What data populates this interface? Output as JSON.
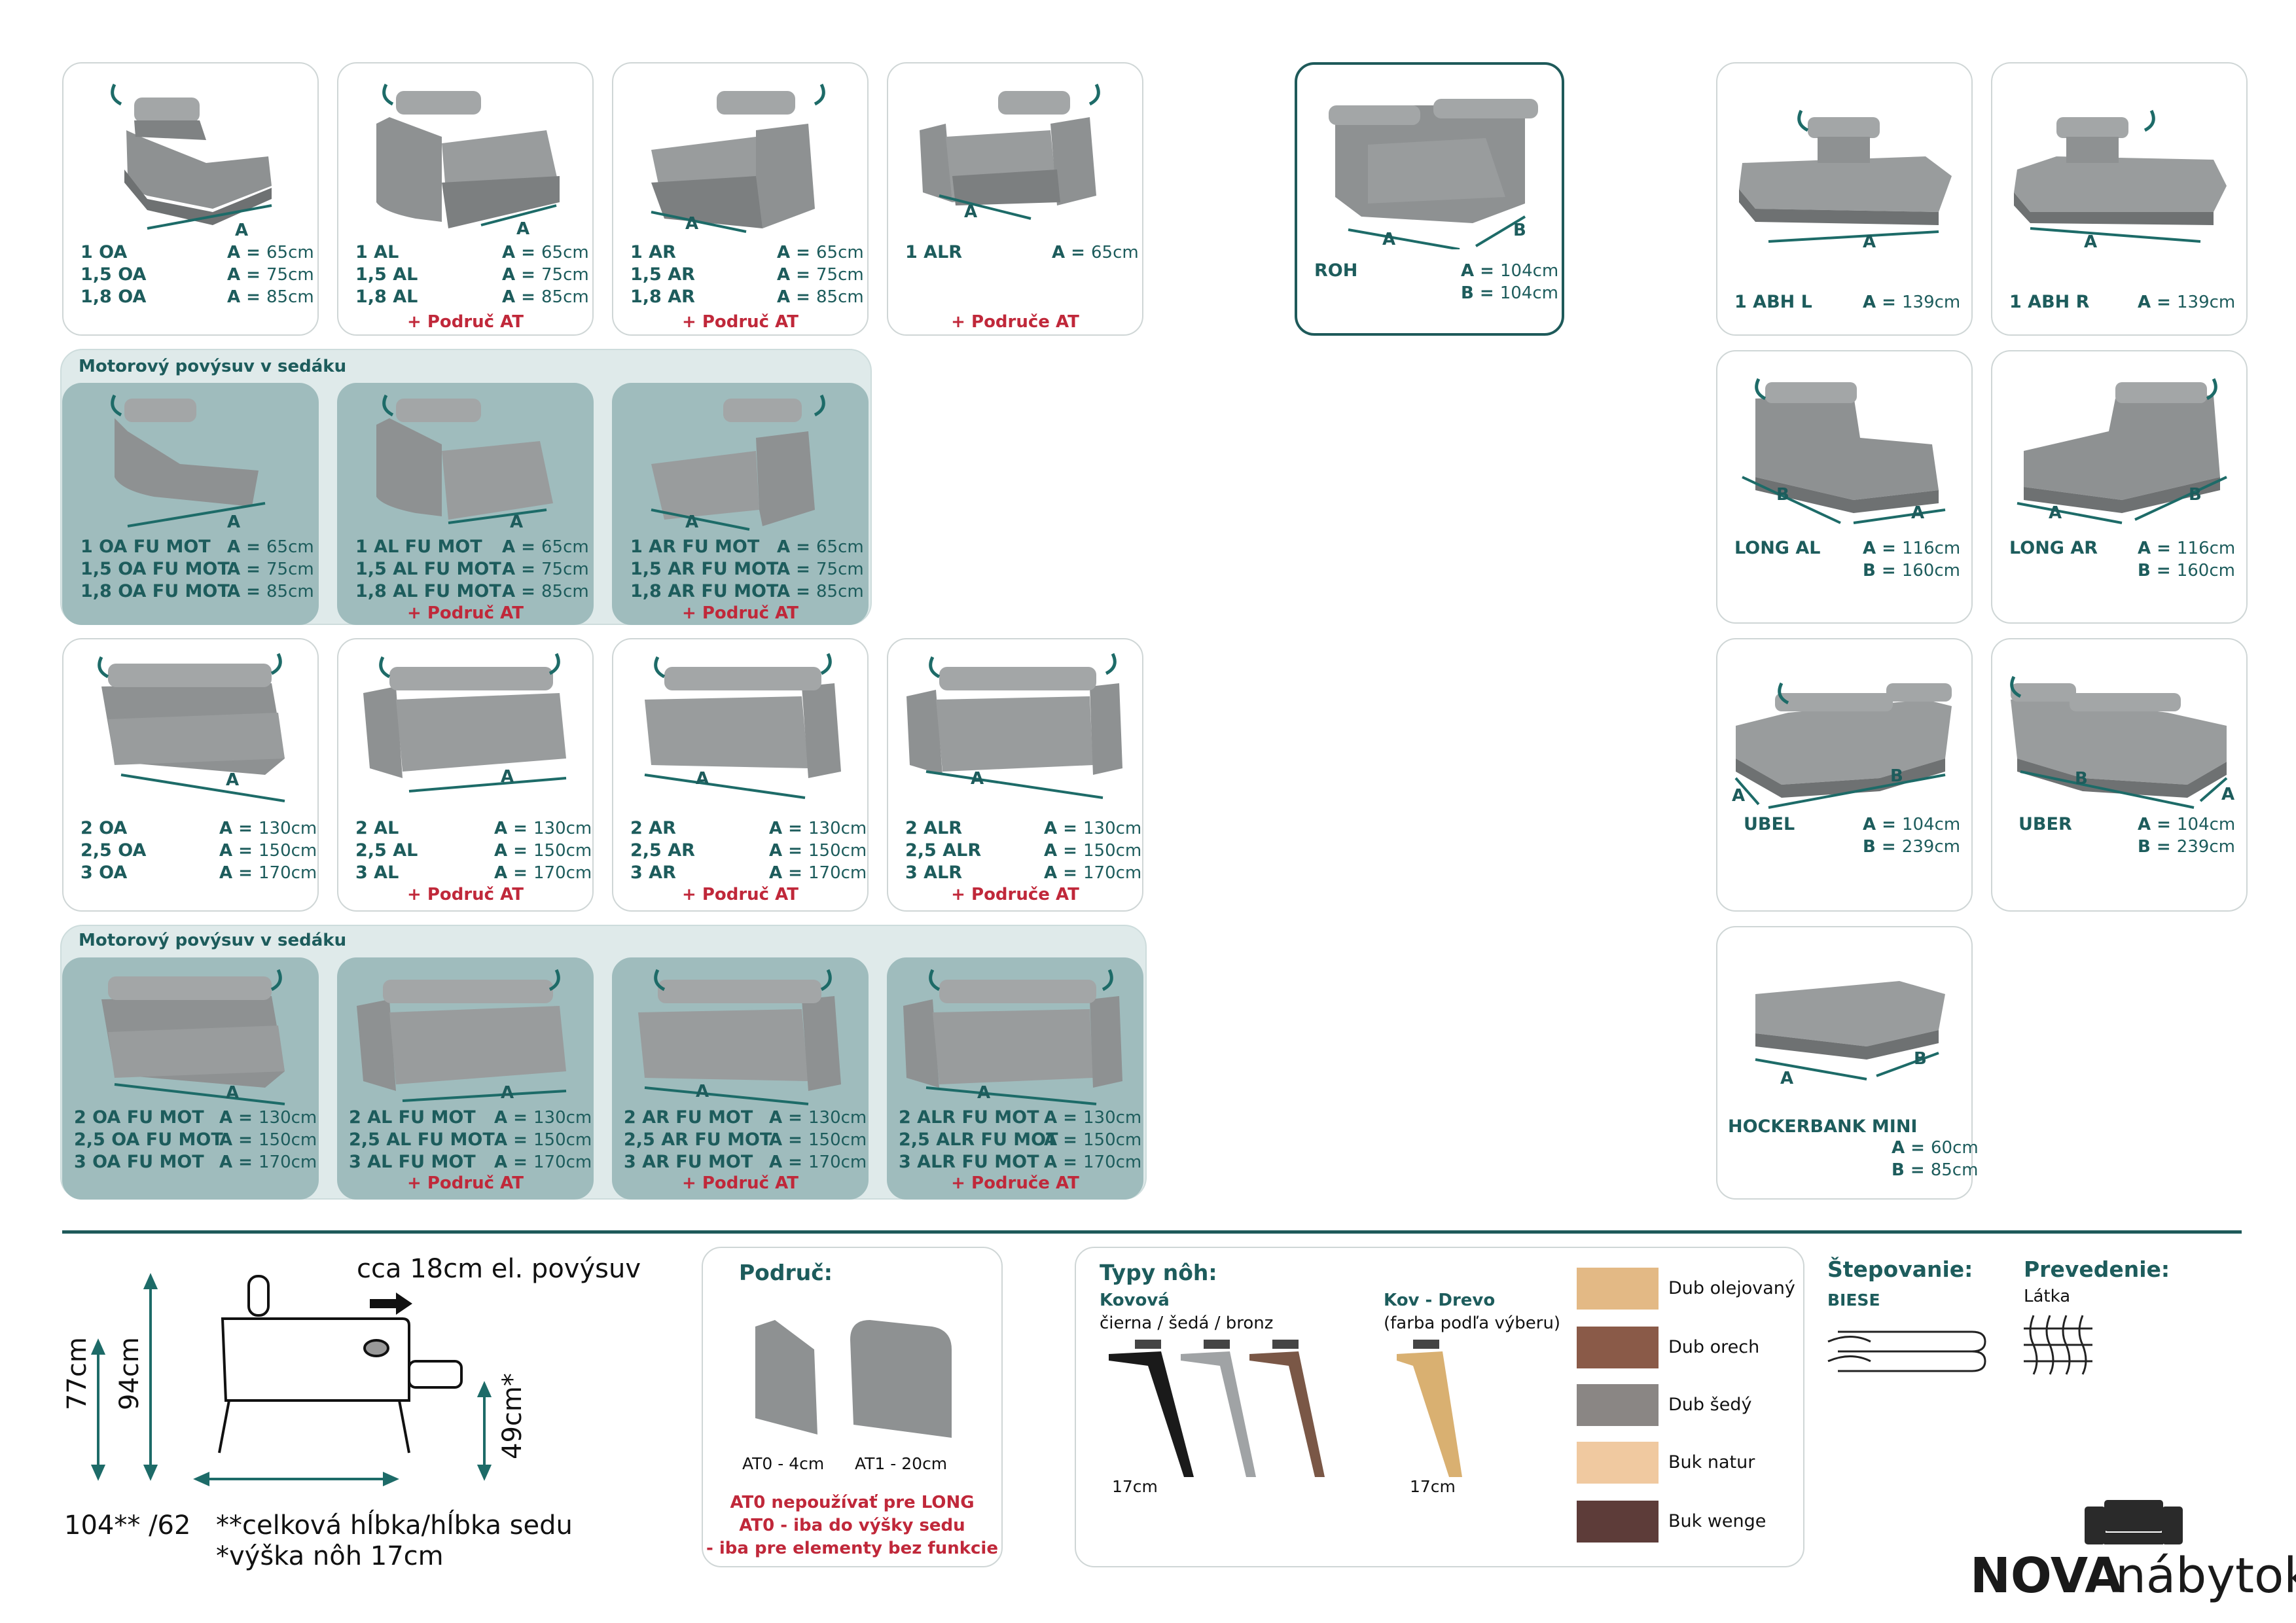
{
  "colors": {
    "teal": "#1d5c5c",
    "red": "#c0283a",
    "motor_bg": "#9fbcbd",
    "band_bg": "#dfeaea",
    "sofa": "#8e9192"
  },
  "bands": {
    "motor_label": "Motorový povýsuv v sedáku"
  },
  "row1": [
    {
      "names": [
        "1 OA",
        "1,5 OA",
        "1,8 OA"
      ],
      "vals": [
        "65cm",
        "75cm",
        "85cm"
      ],
      "extra": ""
    },
    {
      "names": [
        "1 AL",
        "1,5 AL",
        "1,8 AL"
      ],
      "vals": [
        "65cm",
        "75cm",
        "85cm"
      ],
      "extra": "+ Područ AT"
    },
    {
      "names": [
        "1 AR",
        "1,5 AR",
        "1,8 AR"
      ],
      "vals": [
        "65cm",
        "75cm",
        "85cm"
      ],
      "extra": "+ Područ AT"
    },
    {
      "names": [
        "1 ALR"
      ],
      "vals": [
        "65cm"
      ],
      "extra": "+ Područe AT"
    }
  ],
  "row2": [
    {
      "names": [
        "1 OA FU MOT",
        "1,5 OA FU MOT",
        "1,8 OA FU MOT"
      ],
      "vals": [
        "65cm",
        "75cm",
        "85cm"
      ],
      "extra": ""
    },
    {
      "names": [
        "1 AL FU MOT",
        "1,5 AL FU MOT",
        "1,8 AL FU MOT"
      ],
      "vals": [
        "65cm",
        "75cm",
        "85cm"
      ],
      "extra": "+ Područ AT"
    },
    {
      "names": [
        "1 AR FU MOT",
        "1,5 AR FU MOT",
        "1,8 AR FU MOT"
      ],
      "vals": [
        "65cm",
        "75cm",
        "85cm"
      ],
      "extra": "+ Područ AT"
    }
  ],
  "row3": [
    {
      "names": [
        "2 OA",
        "2,5 OA",
        "3 OA"
      ],
      "vals": [
        "130cm",
        "150cm",
        "170cm"
      ],
      "extra": ""
    },
    {
      "names": [
        "2 AL",
        "2,5 AL",
        "3 AL"
      ],
      "vals": [
        "130cm",
        "150cm",
        "170cm"
      ],
      "extra": "+ Područ AT"
    },
    {
      "names": [
        "2 AR",
        "2,5 AR",
        "3 AR"
      ],
      "vals": [
        "130cm",
        "150cm",
        "170cm"
      ],
      "extra": "+ Područ AT"
    },
    {
      "names": [
        "2 ALR",
        "2,5 ALR",
        "3 ALR"
      ],
      "vals": [
        "130cm",
        "150cm",
        "170cm"
      ],
      "extra": "+ Područe AT"
    }
  ],
  "row4": [
    {
      "names": [
        "2 OA FU MOT",
        "2,5 OA FU MOT",
        "3 OA FU MOT"
      ],
      "vals": [
        "130cm",
        "150cm",
        "170cm"
      ],
      "extra": ""
    },
    {
      "names": [
        "2 AL FU MOT",
        "2,5 AL FU MOT",
        "3 AL FU MOT"
      ],
      "vals": [
        "130cm",
        "150cm",
        "170cm"
      ],
      "extra": "+ Područ AT"
    },
    {
      "names": [
        "2 AR FU MOT",
        "2,5 AR FU MOT",
        "3 AR FU MOT"
      ],
      "vals": [
        "130cm",
        "150cm",
        "170cm"
      ],
      "extra": "+ Područ AT"
    },
    {
      "names": [
        "2 ALR FU MOT",
        "2,5 ALR FU MOT",
        "3 ALR FU MOT"
      ],
      "vals": [
        "130cm",
        "150cm",
        "170cm"
      ],
      "extra": "+ Područe AT"
    }
  ],
  "roh": {
    "name": "ROH",
    "a": "104cm",
    "b": "104cm"
  },
  "right": {
    "abh_l": {
      "name": "1 ABH L",
      "a": "139cm"
    },
    "abh_r": {
      "name": "1 ABH R",
      "a": "139cm"
    },
    "long_al": {
      "name": "LONG AL",
      "a": "116cm",
      "b": "160cm"
    },
    "long_ar": {
      "name": "LONG AR",
      "a": "116cm",
      "b": "160cm"
    },
    "ubel": {
      "name": "UBEL",
      "a": "104cm",
      "b": "239cm"
    },
    "uber": {
      "name": "UBER",
      "a": "104cm",
      "b": "239cm"
    },
    "hocker": {
      "name": "HOCKERBANK MINI",
      "a": "60cm",
      "b": "85cm"
    }
  },
  "labels": {
    "a_prefix": "A = ",
    "b_prefix": "B = ",
    "A": "A",
    "B": "B"
  },
  "dims": {
    "push": "cca 18cm el. povýsuv",
    "h77": "77cm",
    "h94": "94cm",
    "h49": "49cm*",
    "depth": "104** /62",
    "note1": "**celková hĺbka/hĺbka sedu",
    "note2": "*výška nôh 17cm"
  },
  "podruc": {
    "title": "Područ:",
    "at0": "AT0 - 4cm",
    "at1": "AT1 - 20cm",
    "warn": [
      "AT0 nepoužívať pre LONG",
      "AT0 - iba do výšky sedu",
      "- iba pre elementy bez funkcie"
    ]
  },
  "legs": {
    "title": "Typy nôh:",
    "metal": "Kovová",
    "metal_colors": "čierna / šedá / bronz",
    "wood": "Kov - Drevo",
    "wood_note": "(farba podľa výberu)",
    "h1": "17cm",
    "h2": "17cm",
    "swatches": [
      {
        "label": "Dub olejovaný",
        "color": "#e3b985"
      },
      {
        "label": "Dub orech",
        "color": "#8a5a48"
      },
      {
        "label": "Dub šedý",
        "color": "#8a8684"
      },
      {
        "label": "Buk natur",
        "color": "#f0c9a0"
      },
      {
        "label": "Buk wenge",
        "color": "#5d3c39"
      }
    ]
  },
  "stitch": {
    "title": "Štepovanie:",
    "type": "BIESE"
  },
  "finish": {
    "title": "Prevedenie:",
    "type": "Látka"
  },
  "brand": {
    "nova": "NOVA",
    "nabytok": "nábytok"
  }
}
